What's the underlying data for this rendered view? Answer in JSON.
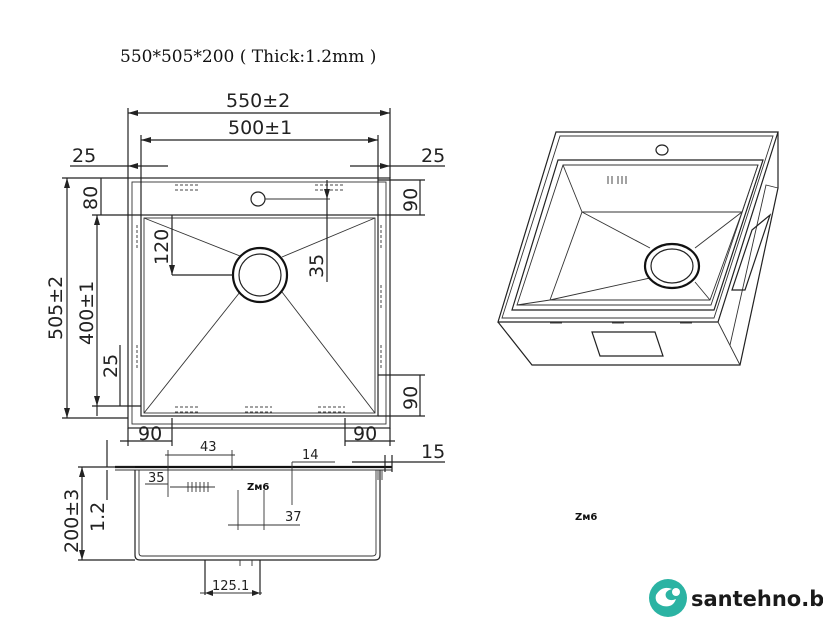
{
  "spec_title": "550*505*200 ( Thick:1.2mm )",
  "dimensions": {
    "total_width": "550±2",
    "inner_width": "500±1",
    "side_left": "25",
    "side_right": "25",
    "total_depth": "505±2",
    "inner_depth": "400±1",
    "top_margin": "80",
    "drain_offset_y": "120",
    "overflow_offset": "35",
    "right_top": "90",
    "right_bottom": "90",
    "bottom_left_25": "25",
    "bottom_left_90": "90",
    "bottom_right_90": "90",
    "height": "200±3",
    "thickness": "1.2",
    "d43": "43",
    "d35": "35",
    "d14": "14",
    "d37": "37",
    "d15": "15",
    "drain_width": "125.1"
  },
  "marks": {
    "small_logo": "Zᴍ6",
    "center_logo": "Zᴍ6"
  },
  "brand": {
    "name": "santehno.by",
    "color": "#2bb3a3"
  }
}
